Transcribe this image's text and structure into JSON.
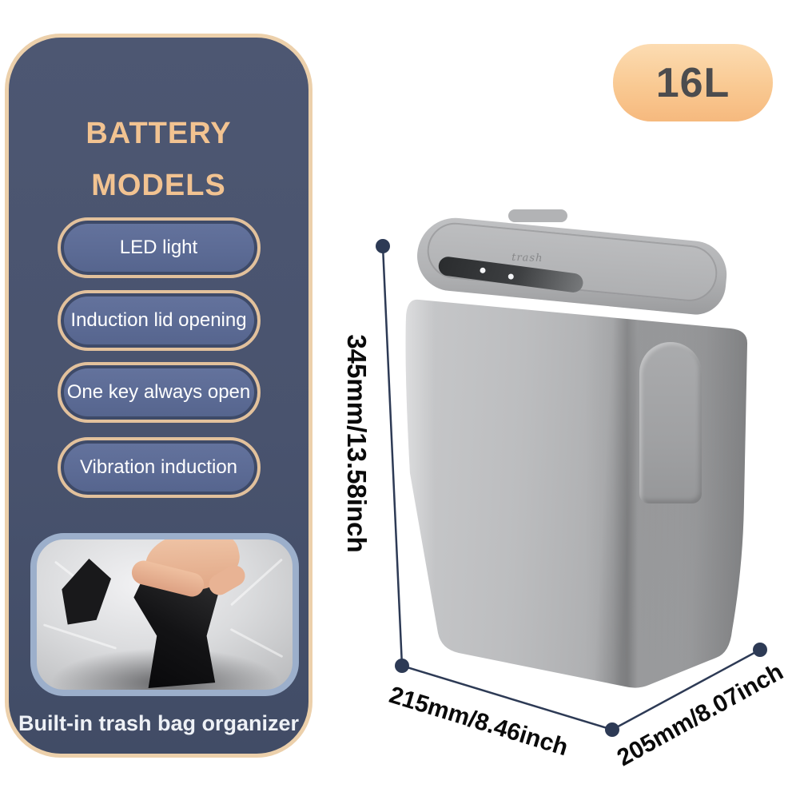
{
  "badge": {
    "capacity": "16L"
  },
  "panel": {
    "title_line1": "BATTERY",
    "title_line2": "MODELS",
    "features": [
      "LED light",
      "Induction lid opening",
      "One key always open",
      "Vibration induction"
    ],
    "caption": "Built-in trash bag organizer"
  },
  "product": {
    "lid_logo": "trash"
  },
  "dimensions": {
    "height_label": "345mm/13.58inch",
    "width_label": "215mm/8.46inch",
    "depth_label": "205mm/8.07inch"
  },
  "colors": {
    "panel_bg": "#4a5570",
    "panel_border": "#ecd0ab",
    "pill_bg": "#5d6c96",
    "pill_border": "#e2c19c",
    "title_text": "#f2c391",
    "pill_text": "#ffffff",
    "badge_bg_top": "#fcdcb2",
    "badge_bg_bottom": "#f6b97e",
    "badge_text": "#4c4c4e",
    "dimension_line": "#2d3a55",
    "dimension_text": "#0a0a0a",
    "photo_border": "#9cafcb",
    "can_body": "#b4b5b7"
  }
}
